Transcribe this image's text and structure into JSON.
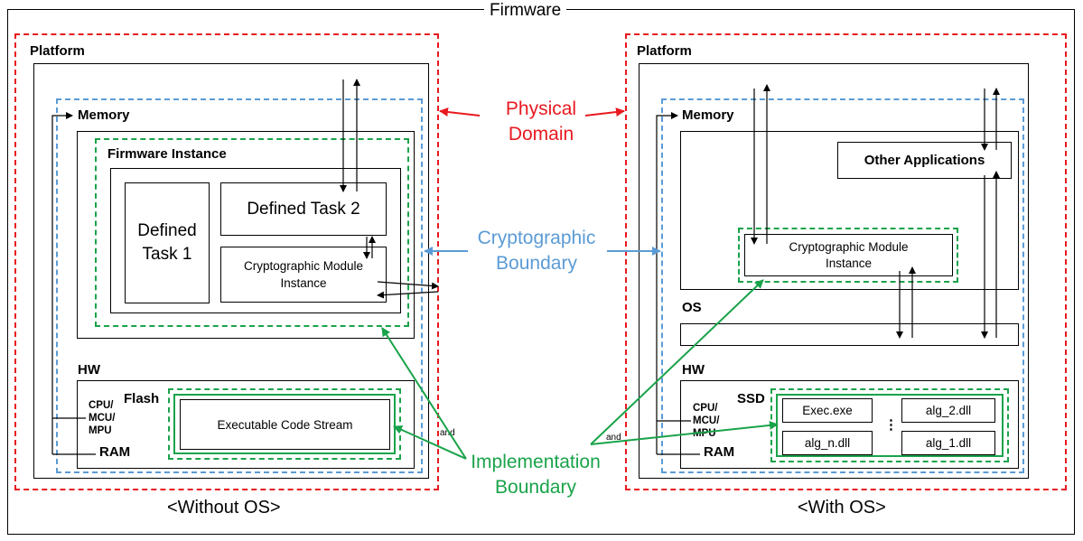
{
  "outer": {
    "title": "Firmware"
  },
  "colors": {
    "physical": "#e8191f",
    "crypto": "#5b9bd5",
    "implementation": "#1aa34a",
    "line": "#000000"
  },
  "legend": {
    "physical": [
      "Physical",
      "Domain"
    ],
    "crypto": [
      "Cryptographic",
      "Boundary"
    ],
    "implementation": [
      "Implementation",
      "Boundary"
    ]
  },
  "left": {
    "caption": "<Without OS>",
    "platform": "Platform",
    "memory": "Memory",
    "firmware_instance": "Firmware Instance",
    "task1": [
      "Defined",
      "Task 1"
    ],
    "task2": "Defined Task 2",
    "crypto_instance": [
      "Cryptographic Module",
      "Instance"
    ],
    "hw": "HW",
    "cpu": [
      "CPU/",
      "MCU/",
      "MPU"
    ],
    "ram": "RAM",
    "flash": "Flash",
    "code_stream": "Executable Code Stream",
    "and": "and"
  },
  "right": {
    "caption": "<With OS>",
    "platform": "Platform",
    "memory": "Memory",
    "other_apps": "Other Applications",
    "crypto_instance": [
      "Cryptographic Module",
      "Instance"
    ],
    "os": "OS",
    "hw": "HW",
    "cpu": [
      "CPU/",
      "MCU/",
      "MPU"
    ],
    "ram": "RAM",
    "ssd": "SSD",
    "files": [
      "Exec.exe",
      "alg_2.dll",
      "alg_n.dll",
      "alg_1.dll"
    ],
    "ellipsis": "⋮",
    "and": "and"
  }
}
